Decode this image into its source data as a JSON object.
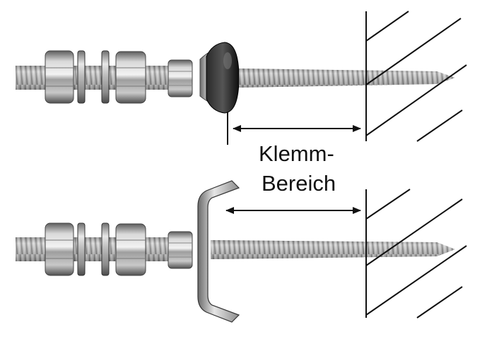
{
  "diagram": {
    "label_line1": "Klemm-",
    "label_line2": "Bereich"
  },
  "colors": {
    "background": "#ffffff",
    "steel_light": "#dcdcdc",
    "steel_mid": "#a8a8a8",
    "steel_dark": "#5a5a5a",
    "washer_black": "#1a1a1a",
    "line": "#111111"
  },
  "components": [
    "threaded-rod-top",
    "lock-nut-pair-top",
    "flat-washer-pair-top",
    "hex-coupling-top",
    "dome-seal-washer",
    "wood-screw-thread-top",
    "wall-hatching-top",
    "threaded-rod-bottom",
    "lock-nut-pair-bottom",
    "flat-washer-pair-bottom",
    "hex-coupling-bottom",
    "u-bracket",
    "wood-screw-thread-bottom",
    "wall-hatching-bottom"
  ]
}
